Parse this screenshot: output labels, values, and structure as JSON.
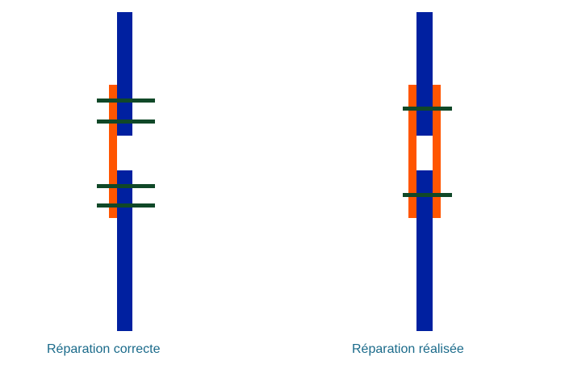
{
  "colors": {
    "element": "#0020a0",
    "splint": "#ff5500",
    "fastener": "#104828",
    "caption": "#1a6a8a",
    "background": "#ffffff"
  },
  "panels": [
    {
      "caption": "Réparation correcte",
      "splints": 1,
      "fasteners": 4
    },
    {
      "caption": "Réparation réalisée",
      "splints": 2,
      "fasteners": 2
    }
  ]
}
